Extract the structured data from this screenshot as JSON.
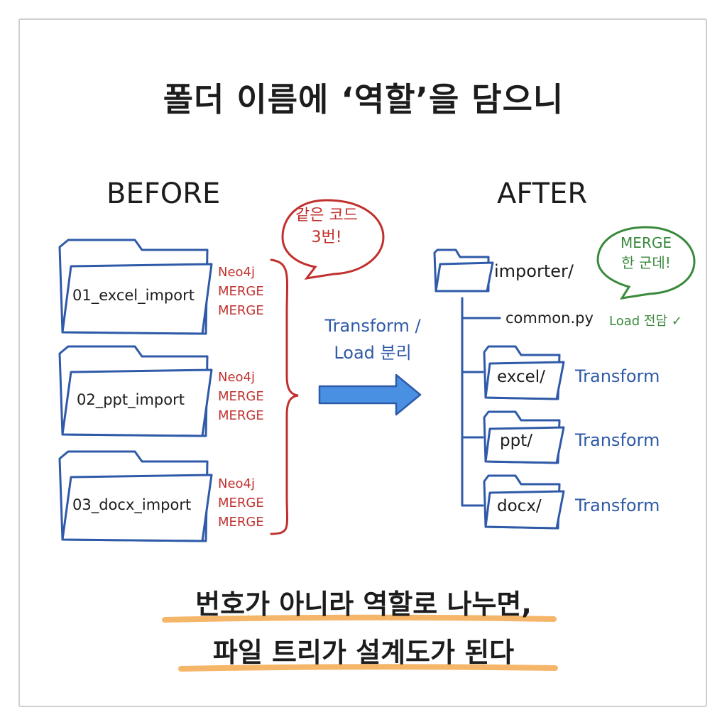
{
  "title": "폴더 이름에 ‘역할’을 담으니",
  "before": {
    "label": "BEFORE",
    "folders": [
      {
        "name": "01_excel_import",
        "notes": [
          "Neo4j",
          "MERGE",
          "MERGE"
        ]
      },
      {
        "name": "02_ppt_import",
        "notes": [
          "Neo4j",
          "MERGE",
          "MERGE"
        ]
      },
      {
        "name": "03_docx_import",
        "notes": [
          "Neo4j",
          "MERGE",
          "MERGE"
        ]
      }
    ],
    "bubble": {
      "line1": "같은 코드",
      "line2": "3번!"
    }
  },
  "middle": {
    "line1": "Transform /",
    "line2": "Load 분리"
  },
  "after": {
    "label": "AFTER",
    "root": "importer/",
    "common": {
      "name": "common.py",
      "note": "Load 전담 ✓"
    },
    "folders": [
      {
        "name": "excel/",
        "note": "Transform"
      },
      {
        "name": "ppt/",
        "note": "Transform"
      },
      {
        "name": "docx/",
        "note": "Transform"
      }
    ],
    "bubble": {
      "line1": "MERGE",
      "line2": "한 군데!"
    }
  },
  "bottom": {
    "line1": "번호가 아니라 역할로 나누면,",
    "line2": "파일 트리가 설계도가 된다"
  },
  "colors": {
    "ink": "#1c1c1c",
    "blue": "#2f5aa8",
    "red": "#c0312e",
    "green": "#3a8a3c",
    "highlight": "#f5ae5a",
    "arrow": "#4a90e2"
  }
}
